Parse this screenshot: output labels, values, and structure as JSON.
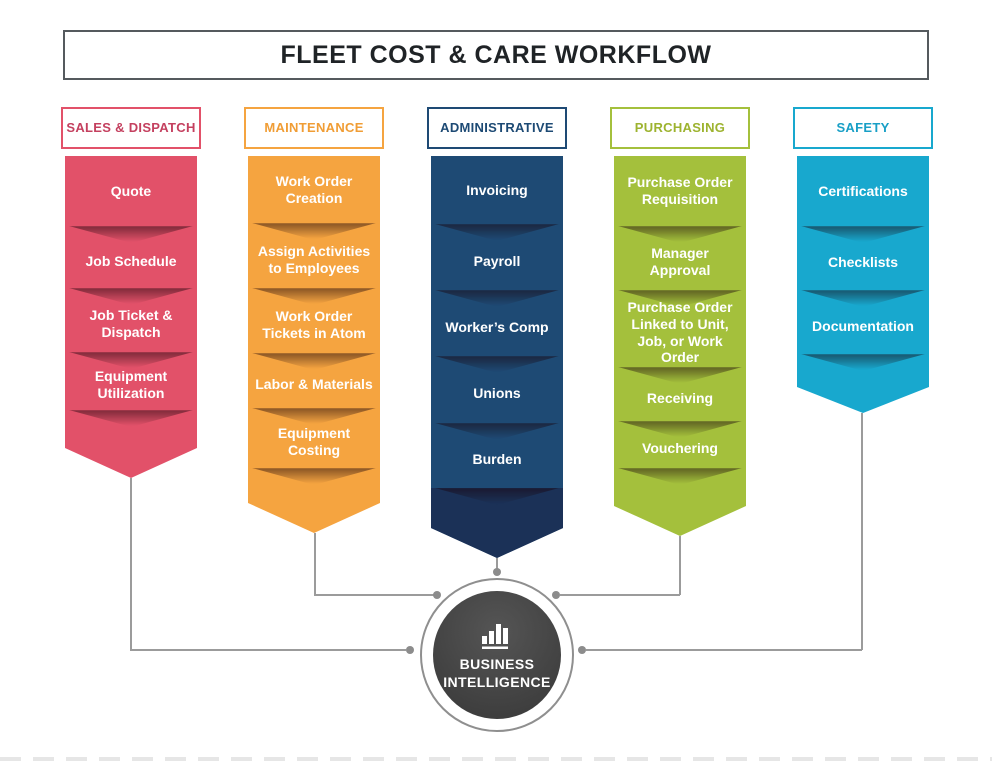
{
  "title": "FLEET COST & CARE WORKFLOW",
  "columns": [
    {
      "id": "sales-dispatch",
      "header": "SALES & DISPATCH",
      "color": "#e25169",
      "header_text": "#c4405f",
      "items": [
        "Quote",
        "Job Schedule",
        "Job Ticket & Dispatch",
        "Equipment Utilization"
      ]
    },
    {
      "id": "maintenance",
      "header": "MAINTENANCE",
      "color": "#f5a440",
      "header_text": "#f09d35",
      "items": [
        "Work Order Creation",
        "Assign Activities to Employees",
        "Work Order Tickets in Atom",
        "Labor & Materials",
        "Equipment Costing"
      ]
    },
    {
      "id": "administrative",
      "header": "ADMINISTRATIVE",
      "color": "#1e4a74",
      "tail_color": "#1b3157",
      "header_text": "#1d4a74",
      "items": [
        "Invoicing",
        "Payroll",
        "Worker’s Comp",
        "Unions",
        "Burden"
      ]
    },
    {
      "id": "purchasing",
      "header": "PURCHASING",
      "color": "#a4c03c",
      "header_text": "#9db32f",
      "items": [
        "Purchase Order Requisition",
        "Manager Approval",
        "Purchase Order Linked to Unit, Job, or Work Order",
        "Receiving",
        "Vouchering"
      ]
    },
    {
      "id": "safety",
      "header": "SAFETY",
      "color": "#18a8ce",
      "header_text": "#189fc6",
      "items": [
        "Certifications",
        "Checklists",
        "Documentation"
      ]
    }
  ],
  "hub": {
    "icon": "bar-chart-icon",
    "color": "#454545",
    "title_lines": [
      "BUSINESS",
      "INTELLIGENCE"
    ]
  },
  "connectors": {
    "line_color": "#9b9b9b",
    "dot_color": "#8c8c8c"
  }
}
